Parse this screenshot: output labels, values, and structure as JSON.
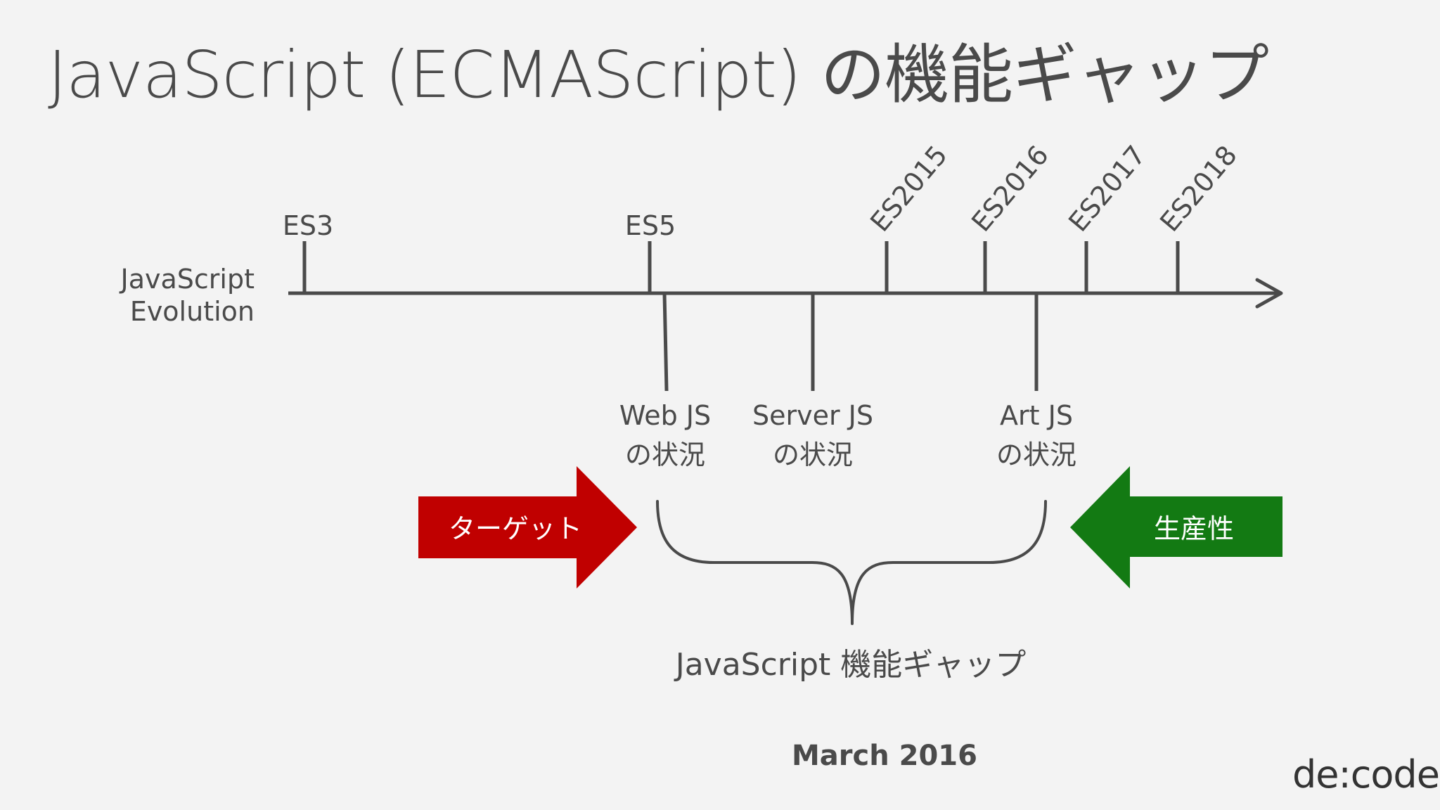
{
  "slide": {
    "title": "JavaScript (ECMAScript) の機能ギャップ",
    "axis_label_line1": "JavaScript",
    "axis_label_line2": "Evolution",
    "versions": [
      {
        "label": "ES3",
        "rotated": false
      },
      {
        "label": "ES5",
        "rotated": false
      },
      {
        "label": "ES2015",
        "rotated": true
      },
      {
        "label": "ES2016",
        "rotated": true
      },
      {
        "label": "ES2017",
        "rotated": true
      },
      {
        "label": "ES2018",
        "rotated": true
      }
    ],
    "states": [
      {
        "line1": "Web JS",
        "line2": "の状況"
      },
      {
        "line1": "Server JS",
        "line2": "の状況"
      },
      {
        "line1": "Art JS",
        "line2": "の状況"
      }
    ],
    "target_arrow": {
      "label": "ターゲット",
      "color": "#c00000"
    },
    "productivity_arrow": {
      "label": "生産性",
      "color": "#137a13"
    },
    "gap_label": "JavaScript 機能ギャップ",
    "date": "March 2016",
    "logo": "de:code",
    "line_color": "#4a4a4a"
  }
}
